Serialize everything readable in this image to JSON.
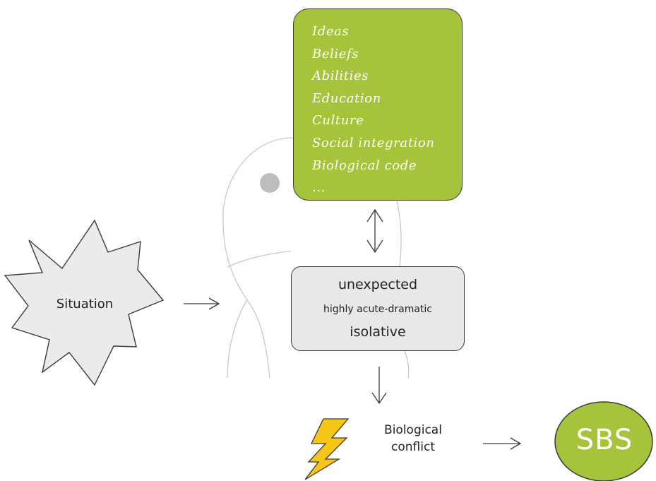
{
  "factors": {
    "items": [
      "Ideas",
      "Beliefs",
      "Abilities",
      "Education",
      "Culture",
      "Social integration",
      "Biological code",
      "..."
    ]
  },
  "conflict_qualities": {
    "line1": "unexpected",
    "line2": "highly acute-dramatic",
    "line3": "isolative"
  },
  "situation": {
    "label": "Situation"
  },
  "biological_conflict": {
    "line1": "Biological",
    "line2": "conflict"
  },
  "sbs": {
    "label": "SBS"
  },
  "colors": {
    "green": "#a5c33b",
    "gray_box": "#e8e8e8",
    "star_fill": "#ebebeb",
    "lightning": "#f5c518",
    "head_outline": "#c8c8c8"
  },
  "icons": [
    "head-silhouette",
    "star-burst",
    "lightning-bolt-icon",
    "double-arrow-icon",
    "arrow-icon"
  ]
}
